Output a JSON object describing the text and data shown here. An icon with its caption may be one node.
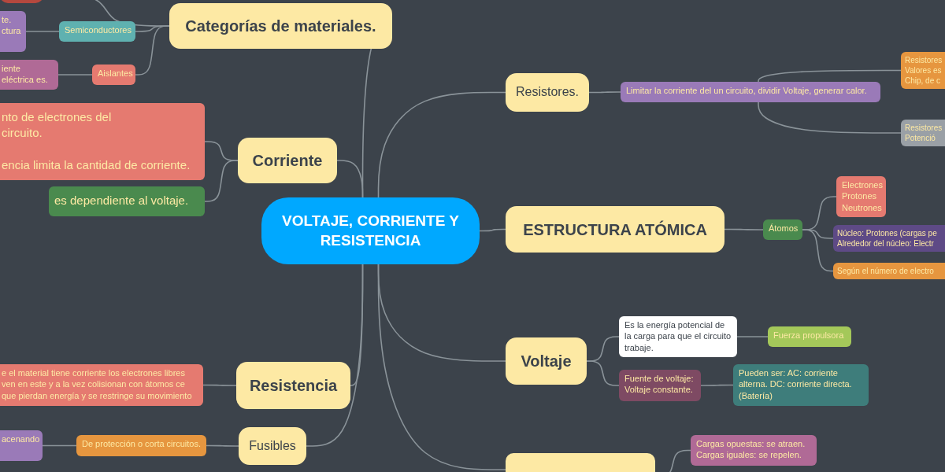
{
  "diagram": {
    "nodes": [
      {
        "text": [],
        "shape": "box"
      },
      {
        "text": [
          "Categorías de materiales."
        ]
      },
      {
        "text": [
          "Semiconductores"
        ]
      },
      {
        "text": [
          "te. ctura"
        ]
      },
      {
        "text": [
          "Aislantes"
        ]
      },
      {
        "text": [
          "iente eléctrica es."
        ]
      },
      {
        "text": [
          "Corriente"
        ]
      },
      {
        "text": [
          "nto de electrones del circuito.",
          "encia limita la cantidad de corriente."
        ]
      },
      {
        "text": [
          "es dependiente al voltaje."
        ]
      },
      {
        "text": [
          "VOLTAJE, CORRIENTE Y RESISTENCIA"
        ]
      },
      {
        "text": [
          "Resistencia"
        ]
      },
      {
        "text": [
          "e el material tiene corriente los electrones libres ven en este y a la vez colisionan con átomos ce que pierdan energía y se restringe su movimiento"
        ]
      },
      {
        "text": [
          "Fusibles"
        ]
      },
      {
        "text": [
          "De protección o corta circuitos."
        ]
      },
      {
        "text": [
          "acenando"
        ]
      },
      {
        "text": [
          "Resistores."
        ]
      },
      {
        "text": [
          "Limitar la corriente del un circuito, dividir Voltaje, generar calor."
        ]
      },
      {
        "text": [
          "Resistores Valores es Chip, de c"
        ]
      },
      {
        "text": [
          "Resistores Potenció"
        ]
      },
      {
        "text": [
          "ESTRUCTURA ATÓMICA"
        ]
      },
      {
        "text": [
          "Átomos"
        ]
      },
      {
        "text": [
          "Electrones Protones Neutrones"
        ]
      },
      {
        "text": [
          "Núcleo: Protones (cargas pe Alrededor del núcleo: Electr"
        ]
      },
      {
        "text": [
          "Según el número de electro"
        ]
      },
      {
        "text": [
          "Voltaje"
        ]
      },
      {
        "text": [
          "Es la energía potencial de la carga para que el circuito trabaje."
        ]
      },
      {
        "text": [
          "Fuente de voltaje: Voltaje constante."
        ]
      },
      {
        "text": [
          "Fuerza propulsora"
        ]
      },
      {
        "text": [
          "Pueden ser: AC: corriente alterna. DC: corriente directa. (Batería)"
        ]
      },
      {
        "text": [],
        "shape": "box"
      },
      {
        "text": [
          "Cargas opuestas: se atraen. Cargas iguales: se repelen."
        ]
      }
    ],
    "edges": [
      {
        "from": 9,
        "to": 1,
        "arrow": "none"
      },
      {
        "from": 9,
        "to": 6,
        "arrow": "none"
      },
      {
        "from": 9,
        "to": 10,
        "arrow": "none"
      },
      {
        "from": 9,
        "to": 12,
        "arrow": "none"
      },
      {
        "from": 9,
        "to": 15,
        "arrow": "none"
      },
      {
        "from": 9,
        "to": 19,
        "arrow": "none"
      },
      {
        "from": 9,
        "to": 24,
        "arrow": "none"
      },
      {
        "from": 9,
        "to": 29,
        "arrow": "none"
      },
      {
        "from": 1,
        "to": 0,
        "arrow": "none"
      },
      {
        "from": 1,
        "to": 2,
        "arrow": "none"
      },
      {
        "from": 1,
        "to": 4,
        "arrow": "none"
      },
      {
        "from": 2,
        "to": 3,
        "arrow": "none"
      },
      {
        "from": 4,
        "to": 5,
        "arrow": "none"
      },
      {
        "from": 6,
        "to": 7,
        "arrow": "none"
      },
      {
        "from": 6,
        "to": 8,
        "arrow": "none"
      },
      {
        "from": 10,
        "to": 11,
        "arrow": "none"
      },
      {
        "from": 12,
        "to": 13,
        "arrow": "none"
      },
      {
        "from": 13,
        "to": 14,
        "arrow": "none"
      },
      {
        "from": 15,
        "to": 16,
        "arrow": "none"
      },
      {
        "from": 16,
        "to": 17,
        "arrow": "none"
      },
      {
        "from": 16,
        "to": 18,
        "arrow": "none"
      },
      {
        "from": 19,
        "to": 20,
        "arrow": "none"
      },
      {
        "from": 20,
        "to": 21,
        "arrow": "none"
      },
      {
        "from": 20,
        "to": 22,
        "arrow": "none"
      },
      {
        "from": 20,
        "to": 23,
        "arrow": "none"
      },
      {
        "from": 24,
        "to": 25,
        "arrow": "none"
      },
      {
        "from": 24,
        "to": 26,
        "arrow": "none"
      },
      {
        "from": 25,
        "to": 27,
        "arrow": "none"
      },
      {
        "from": 26,
        "to": 28,
        "arrow": "none"
      },
      {
        "from": 29,
        "to": 30,
        "arrow": "none"
      }
    ]
  }
}
